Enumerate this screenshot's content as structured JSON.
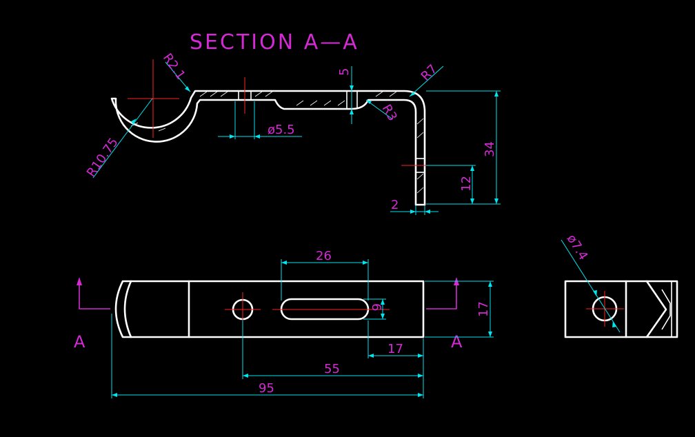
{
  "title": "SECTION A—A",
  "section_labels": {
    "left": "A",
    "right": "A"
  },
  "colors": {
    "background": "#000000",
    "outline": "#ffffff",
    "dimension": "#00e5ee",
    "text": "#d42ad4",
    "centerline": "#ff2222"
  },
  "dimensions": {
    "r21": "R2.1",
    "r1075": "R10.75",
    "d55": "ø5.5",
    "five": "5",
    "r3": "R3",
    "r7": "R7",
    "h34": "34",
    "h12": "12",
    "t2": "2",
    "slot_len": "26",
    "slot_w": "6",
    "width17_side": "17",
    "width17_bottom": "17",
    "len55": "55",
    "len95": "95",
    "d74": "ø7.4"
  }
}
